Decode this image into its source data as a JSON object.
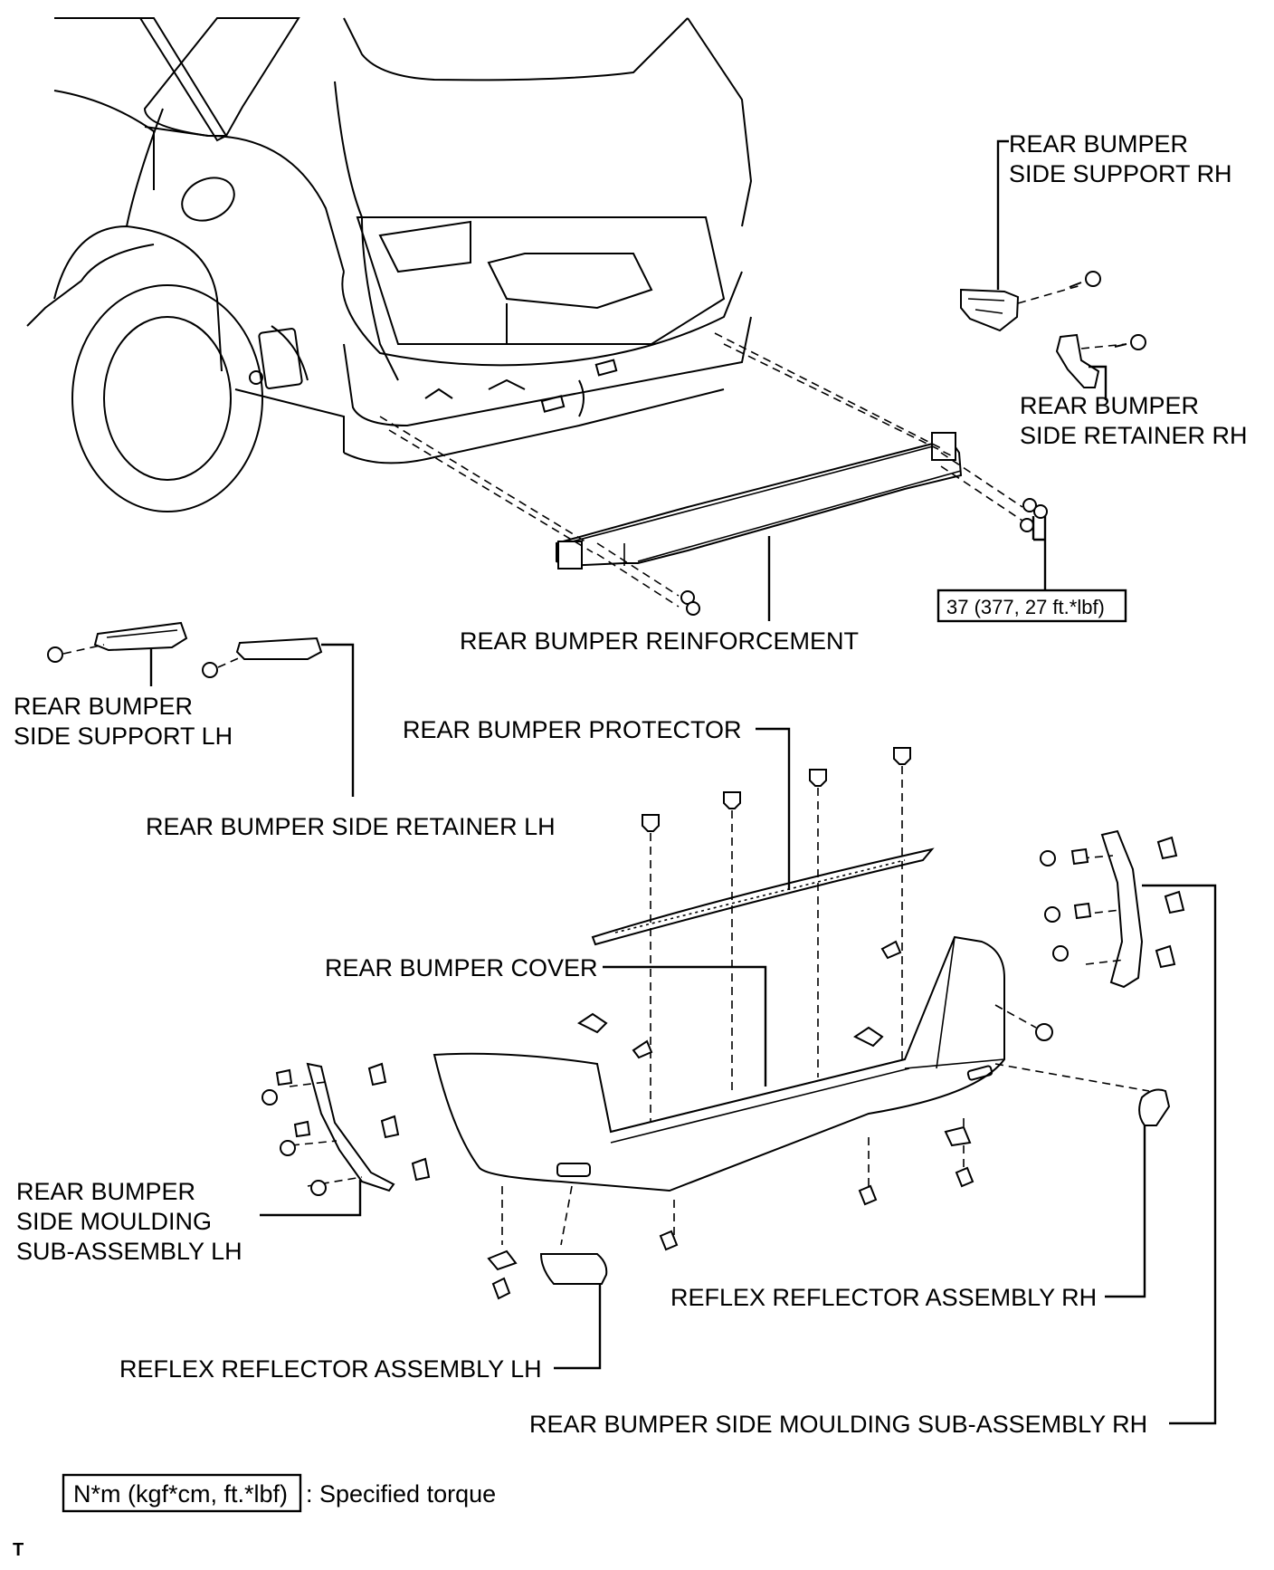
{
  "labels": {
    "side_support_rh": [
      "REAR BUMPER",
      "SIDE SUPPORT RH"
    ],
    "side_retainer_rh": [
      "REAR BUMPER",
      "SIDE RETAINER RH"
    ],
    "torque": "37 (377, 27 ft.*lbf)",
    "reinforcement": "REAR BUMPER REINFORCEMENT",
    "side_support_lh": [
      "REAR BUMPER",
      "SIDE SUPPORT LH"
    ],
    "protector": "REAR BUMPER PROTECTOR",
    "side_retainer_lh": "REAR BUMPER SIDE RETAINER LH",
    "cover": "REAR BUMPER COVER",
    "side_moulding_lh": [
      "REAR BUMPER",
      "SIDE MOULDING",
      "SUB-ASSEMBLY LH"
    ],
    "reflector_rh": "REFLEX REFLECTOR ASSEMBLY RH",
    "reflector_lh": "REFLEX REFLECTOR ASSEMBLY LH",
    "side_moulding_rh": "REAR BUMPER SIDE MOULDING SUB-ASSEMBLY RH"
  },
  "legend": {
    "unit": "N*m (kgf*cm, ft.*lbf)",
    "text": ": Specified torque"
  },
  "corner_mark": "T"
}
